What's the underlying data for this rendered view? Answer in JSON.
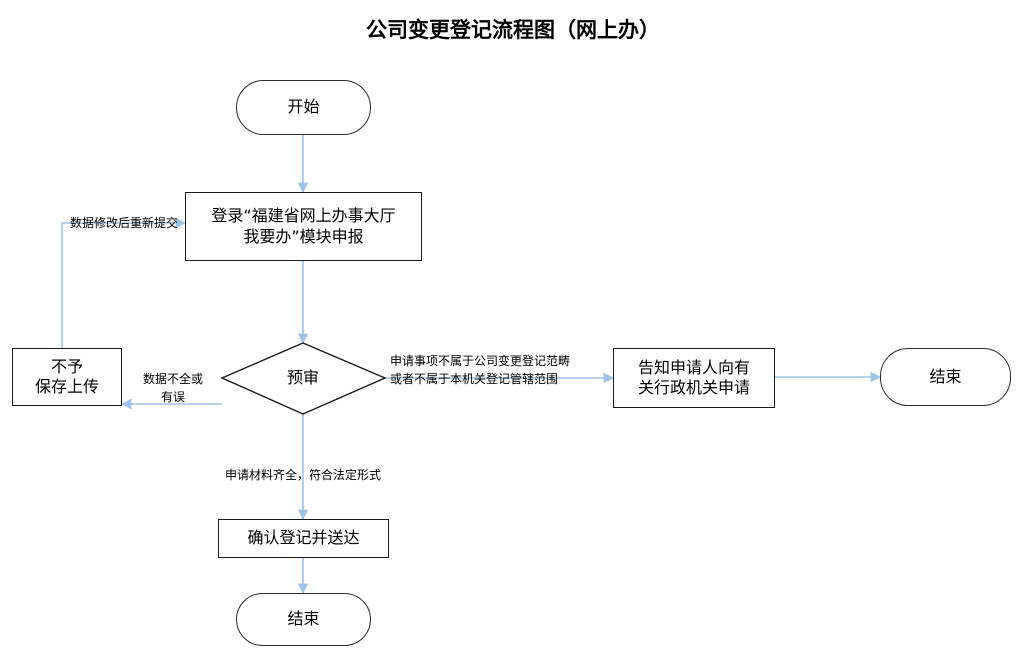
{
  "document": {
    "title": "公司变更登记流程图（网上办）"
  },
  "colors": {
    "connector": "#9DC3E6",
    "node_border": "#1A1A1A",
    "text": "#000000",
    "background": "#FFFFFF"
  },
  "flowchart": {
    "type": "flowchart",
    "nodes": [
      {
        "id": "start",
        "shape": "terminal",
        "label": "开始"
      },
      {
        "id": "login",
        "shape": "process",
        "label": "登录“福建省网上办事大厅\n我要办”模块申报"
      },
      {
        "id": "prereview",
        "shape": "decision",
        "label": "预审"
      },
      {
        "id": "reject",
        "shape": "process",
        "label": "不予\n保存上传"
      },
      {
        "id": "notify",
        "shape": "process",
        "label": "告知申请人向有\n关行政机关申请"
      },
      {
        "id": "end_right",
        "shape": "terminal",
        "label": "结束"
      },
      {
        "id": "confirm",
        "shape": "process",
        "label": "确认登记并送达"
      },
      {
        "id": "end_bottom",
        "shape": "terminal",
        "label": "结束"
      }
    ],
    "edges": [
      {
        "from": "start",
        "to": "login",
        "label": ""
      },
      {
        "from": "login",
        "to": "prereview",
        "label": ""
      },
      {
        "from": "prereview",
        "to": "reject",
        "label": "数据不全或\n有误"
      },
      {
        "from": "reject",
        "to": "login",
        "label": "数据修改后重新提交"
      },
      {
        "from": "prereview",
        "to": "notify",
        "label": "申请事项不属于公司变更登记范畴\n或者不属于本机关登记管辖范围"
      },
      {
        "from": "notify",
        "to": "end_right",
        "label": ""
      },
      {
        "from": "prereview",
        "to": "confirm",
        "label": "申请材料齐全，符合法定形式"
      },
      {
        "from": "confirm",
        "to": "end_bottom",
        "label": ""
      }
    ]
  }
}
